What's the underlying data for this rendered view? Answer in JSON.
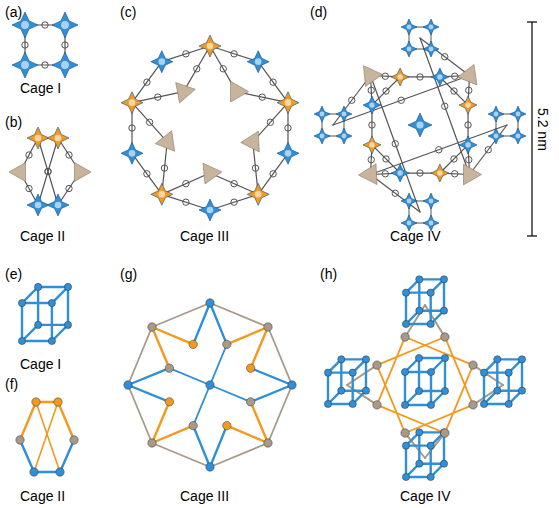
{
  "diagram": {
    "labels": [
      "(a)",
      "Cage I",
      "(b)",
      "Cage II",
      "(c)",
      "Cage III",
      "(d)",
      "Cage IV",
      "5.2 nm",
      "(e)",
      "Cage I",
      "(f)",
      "Cage II",
      "(g)",
      "Cage III",
      "(h)",
      "Cage IV"
    ]
  }
}
